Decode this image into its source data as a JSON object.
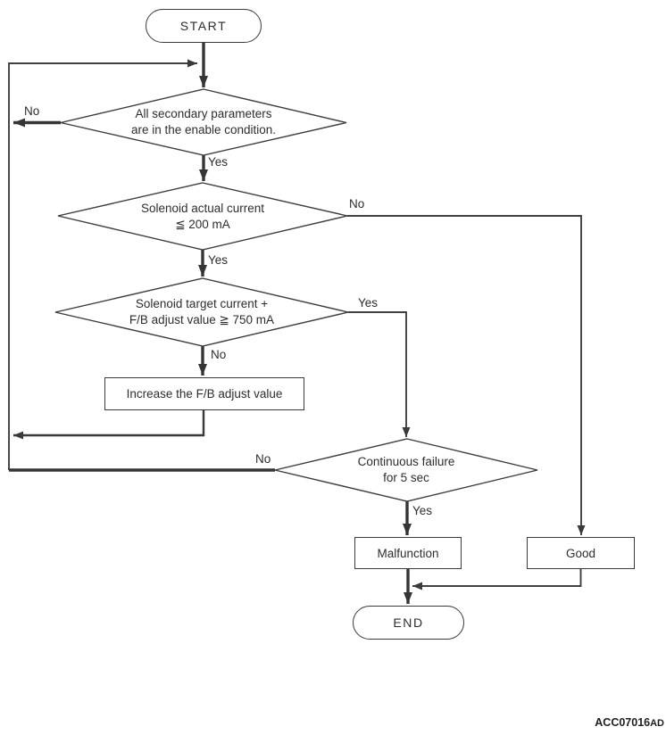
{
  "figure_code": {
    "main": "ACC07016",
    "suffix": "AD"
  },
  "nodes": {
    "start": {
      "label": "START"
    },
    "check_enable": {
      "line1": "All secondary parameters",
      "line2": "are in the enable condition."
    },
    "check_actual_current": {
      "line1": "Solenoid actual current",
      "line2": "≦ 200 mA"
    },
    "check_target_current": {
      "line1": "Solenoid target current +",
      "line2": "F/B adjust value ≧ 750 mA"
    },
    "increase_fb": {
      "label": "Increase the F/B adjust value"
    },
    "check_continuous_failure": {
      "line1": "Continuous failure",
      "line2": "for 5 sec"
    },
    "malfunction": {
      "label": "Malfunction"
    },
    "good": {
      "label": "Good"
    },
    "end": {
      "label": "END"
    }
  },
  "edge_labels": {
    "enable_no": "No",
    "enable_yes": "Yes",
    "actual_no": "No",
    "actual_yes": "Yes",
    "target_yes": "Yes",
    "target_no": "No",
    "failure_no": "No",
    "failure_yes": "Yes"
  },
  "colors": {
    "background": "#ffffff",
    "line": "#3a3a3a",
    "text": "#2d2d2d"
  }
}
